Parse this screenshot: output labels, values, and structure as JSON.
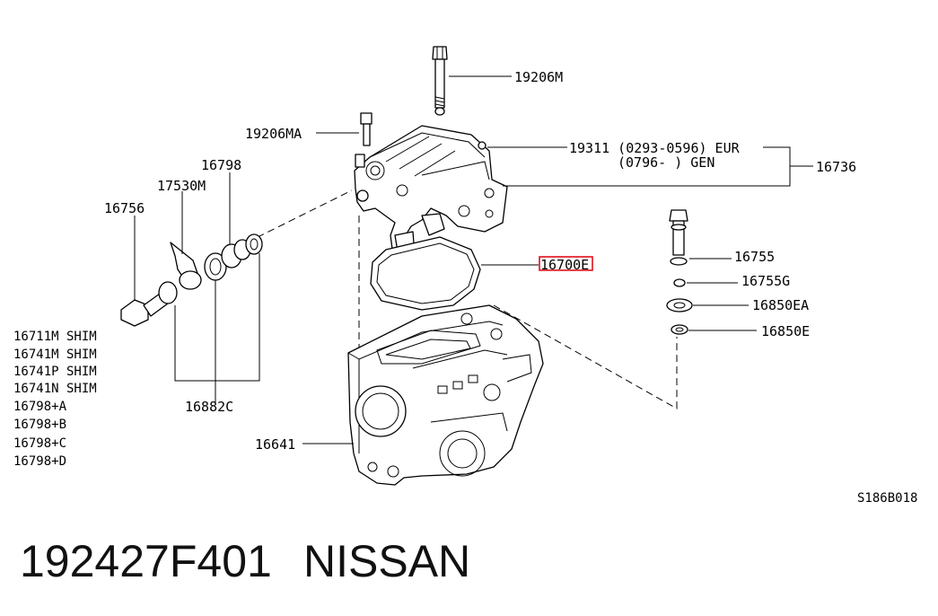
{
  "diagram": {
    "labels": {
      "p19206M": "19206M",
      "p19206MA": "19206MA",
      "p19311": "19311 (0293-0596) EUR",
      "p19311b": "(0796-    ) GEN",
      "p16736": "16736",
      "p16798": "16798",
      "p17530M": "17530M",
      "p16756": "16756",
      "p16700E": "16700E",
      "p16755": "16755",
      "p16755G": "16755G",
      "p16850EA": "16850EA",
      "p16850E": "16850E",
      "p16882C": "16882C",
      "p16641": "16641",
      "ref": "S186B018"
    },
    "shim_list": [
      "16711M SHIM",
      "16741M SHIM",
      "16741P SHIM",
      "16741N SHIM",
      "16798+A",
      "16798+B",
      "16798+C",
      "16798+D"
    ],
    "highlight_color": "#e0101a"
  },
  "footer": {
    "part_number": "192427F401",
    "brand": "NISSAN"
  }
}
